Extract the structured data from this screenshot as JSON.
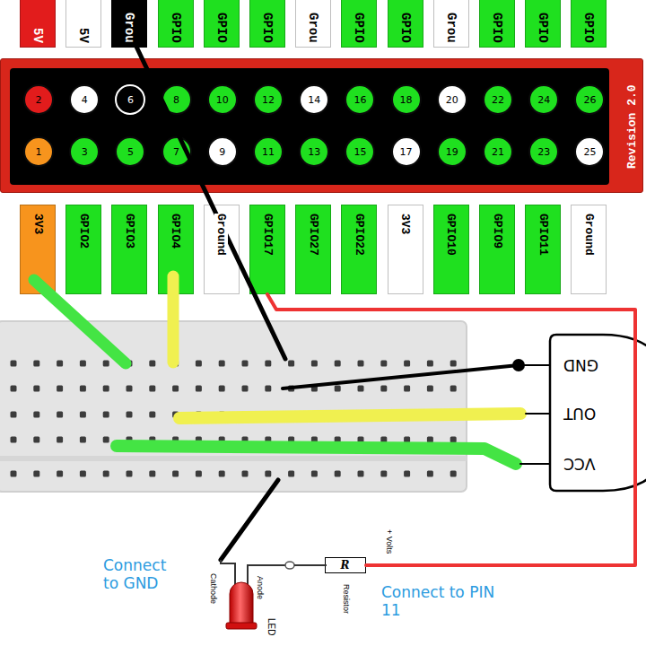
{
  "diagram": {
    "nodes": [
      {
        "text": [
          "5V"
        ]
      },
      {
        "text": [
          "5V"
        ]
      },
      {
        "text": [
          "Grou"
        ]
      },
      {
        "text": [
          "GPIO"
        ]
      },
      {
        "text": [
          "GPIO"
        ]
      },
      {
        "text": [
          "GPIO"
        ]
      },
      {
        "text": [
          "Grou"
        ]
      },
      {
        "text": [
          "GPIO"
        ]
      },
      {
        "text": [
          "GPIO"
        ]
      },
      {
        "text": [
          "Grou"
        ]
      },
      {
        "text": [
          "GPIO"
        ]
      },
      {
        "text": [
          "GPIO"
        ]
      },
      {
        "text": [
          "GPIO"
        ]
      },
      {
        "text": [
          "Revision 2.0"
        ]
      },
      {
        "text": [
          "2"
        ],
        "in": 13
      },
      {
        "text": [
          "4"
        ],
        "in": 13
      },
      {
        "text": [
          "6"
        ],
        "in": 13
      },
      {
        "text": [
          "8"
        ],
        "in": 13
      },
      {
        "text": [
          "10"
        ],
        "in": 13
      },
      {
        "text": [
          "12"
        ],
        "in": 13
      },
      {
        "text": [
          "14"
        ],
        "in": 13
      },
      {
        "text": [
          "16"
        ],
        "in": 13
      },
      {
        "text": [
          "18"
        ],
        "in": 13
      },
      {
        "text": [
          "20"
        ],
        "in": 13
      },
      {
        "text": [
          "22"
        ],
        "in": 13
      },
      {
        "text": [
          "24"
        ],
        "in": 13
      },
      {
        "text": [
          "26"
        ],
        "in": 13
      },
      {
        "text": [
          "1"
        ],
        "in": 13
      },
      {
        "text": [
          "3"
        ],
        "in": 13
      },
      {
        "text": [
          "5"
        ],
        "in": 13
      },
      {
        "text": [
          "7"
        ],
        "in": 13
      },
      {
        "text": [
          "9"
        ],
        "in": 13
      },
      {
        "text": [
          "11"
        ],
        "in": 13
      },
      {
        "text": [
          "13"
        ],
        "in": 13
      },
      {
        "text": [
          "15"
        ],
        "in": 13
      },
      {
        "text": [
          "17"
        ],
        "in": 13
      },
      {
        "text": [
          "19"
        ],
        "in": 13
      },
      {
        "text": [
          "21"
        ],
        "in": 13
      },
      {
        "text": [
          "23"
        ],
        "in": 13
      },
      {
        "text": [
          "25"
        ],
        "in": 13
      },
      {
        "text": [
          "3V3"
        ]
      },
      {
        "text": [
          "GPIO2"
        ]
      },
      {
        "text": [
          "GPIO3"
        ]
      },
      {
        "text": [
          "GPIO4"
        ]
      },
      {
        "text": [
          "Ground"
        ]
      },
      {
        "text": [
          "GPIO17"
        ]
      },
      {
        "text": [
          "GPIO27"
        ]
      },
      {
        "text": [
          "GPIO22"
        ]
      },
      {
        "text": [
          "3V3"
        ]
      },
      {
        "text": [
          "GPIO10"
        ]
      },
      {
        "text": [
          "GPIO9"
        ]
      },
      {
        "text": [
          "GPIO11"
        ]
      },
      {
        "text": [
          "Ground"
        ]
      },
      {
        "text": [
          "GND",
          "OUT",
          "VCC"
        ]
      },
      {
        "text": [
          "R"
        ]
      }
    ],
    "edges": [
      {
        "from": 45,
        "to": 54,
        "arrow": "none"
      }
    ],
    "labels": [
      "Cathode",
      "Anode",
      "LED",
      "Resistor",
      "+ Volts",
      "Connect to GND",
      "Connect to PIN 11"
    ]
  }
}
